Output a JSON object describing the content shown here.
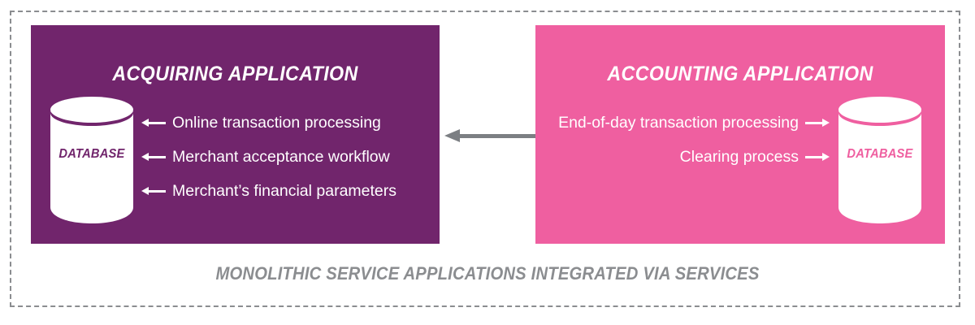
{
  "diagram": {
    "caption": "MONOLITHIC SERVICE APPLICATIONS INTEGRATED VIA SERVICES",
    "colors": {
      "acquiring_panel": "#71256C",
      "accounting_panel": "#EF5FA0",
      "frame_border": "#8b8d90",
      "connector_arrow": "#7c7f83",
      "text_on_panel": "#ffffff",
      "caption_text": "#8b8d90"
    },
    "panels": [
      {
        "id": "acquiring",
        "title": "ACQUIRING APPLICATION",
        "database_label": "DATABASE",
        "items": [
          {
            "label": "Online transaction processing",
            "arrow": "arrow-left-icon"
          },
          {
            "label": "Merchant acceptance workflow",
            "arrow": "arrow-left-icon"
          },
          {
            "label": "Merchant’s financial parameters",
            "arrow": "arrow-left-icon"
          }
        ]
      },
      {
        "id": "accounting",
        "title": "ACCOUNTING APPLICATION",
        "database_label": "DATABASE",
        "items": [
          {
            "label": "End-of-day transaction processing",
            "arrow": "arrow-right-icon"
          },
          {
            "label": "Clearing process",
            "arrow": "arrow-right-icon"
          }
        ]
      }
    ],
    "connector": {
      "direction": "left",
      "from": "accounting",
      "to": "acquiring"
    }
  }
}
